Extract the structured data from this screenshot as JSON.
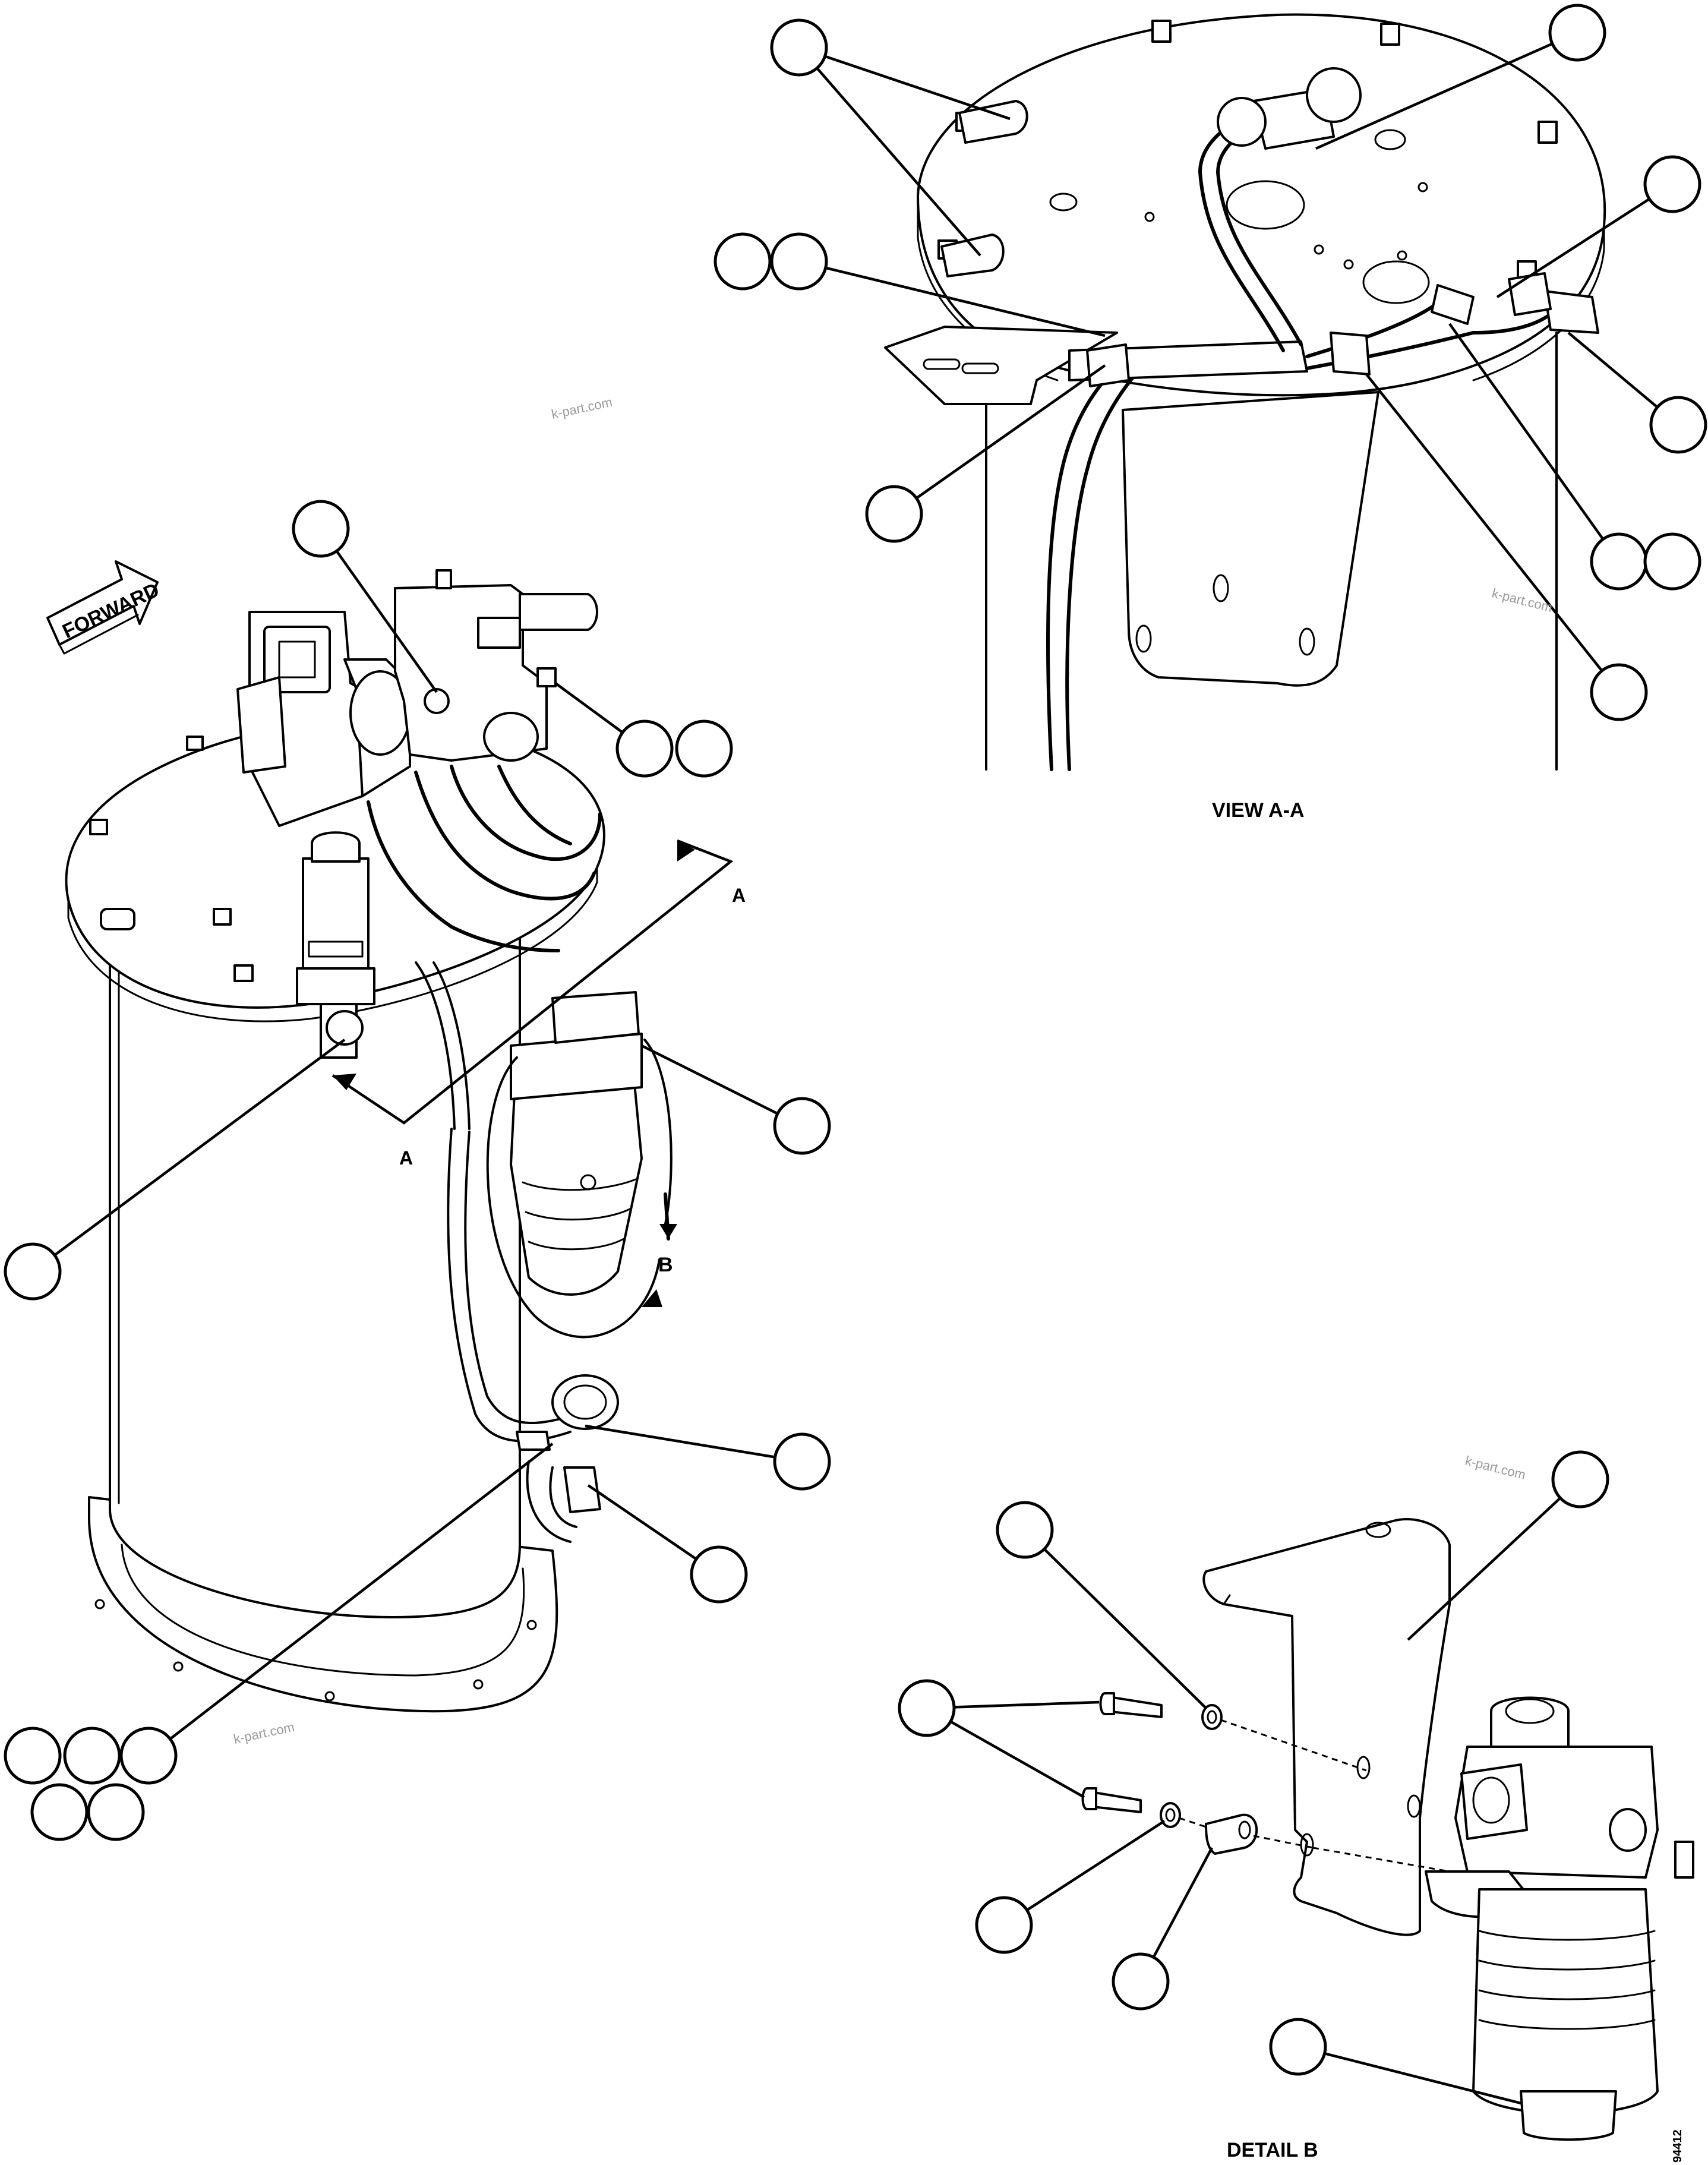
{
  "labels": {
    "forward": "FORWARD",
    "section_a": "A",
    "section_b": "B",
    "view_aa": "VIEW A-A",
    "detail_b": "DETAIL B",
    "drawing_number": "94412"
  },
  "watermarks": [
    "k-part.com",
    "k-part.com",
    "k-part.com",
    "k-part.com"
  ],
  "colors": {
    "line": "#000000",
    "background": "#ffffff",
    "watermark": "#9a9a9a"
  }
}
